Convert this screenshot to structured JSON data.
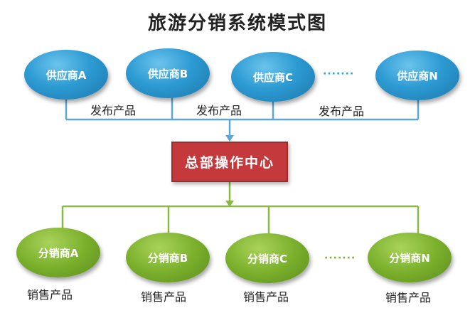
{
  "title": "旅游分销系统模式图",
  "suppliers": [
    {
      "label": "供应商A"
    },
    {
      "label": "供应商B"
    },
    {
      "label": "供应商C"
    },
    {
      "label": "供应商N"
    }
  ],
  "supplier_ellipsis": "·······",
  "publish_labels": [
    "发布产品",
    "发布产品",
    "发布产品"
  ],
  "hub": {
    "label": "总部操作中心"
  },
  "distributors": [
    {
      "label": "分销商A"
    },
    {
      "label": "分销商B"
    },
    {
      "label": "分销商C"
    },
    {
      "label": "分销商N"
    }
  ],
  "distributor_ellipsis": "·······",
  "sell_labels": [
    "销售产品",
    "销售产品",
    "销售产品",
    "销售产品"
  ],
  "colors": {
    "supplier": "#2d9bd3",
    "distributor": "#7bb02c",
    "hub": "#c4393c",
    "top_connector": "#5aa7d8",
    "bottom_connector": "#8ab845",
    "supplier_dots": "#2d9bd3",
    "distributor_dots": "#7bb02c"
  }
}
